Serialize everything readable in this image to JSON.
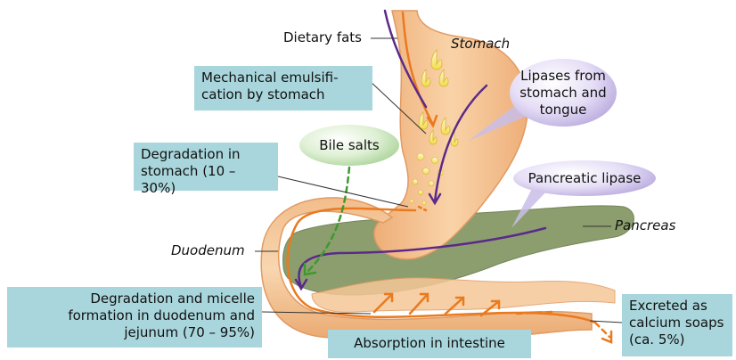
{
  "labels": {
    "dietary_fats": "Dietary fats",
    "stomach": "Stomach",
    "mechanical_emulsification": [
      "Mechanical emulsifi-",
      "cation by stomach"
    ],
    "lipases": [
      "Lipases from",
      "stomach and",
      "tongue"
    ],
    "bile_salts": "Bile salts",
    "degradation_stomach": [
      "Degradation in",
      "stomach (10 – 30%)"
    ],
    "pancreatic_lipase": "Pancreatic lipase",
    "pancreas": "Pancreas",
    "duodenum": "Duodenum",
    "degradation_micelle": [
      "Degradation and micelle",
      "formation in duodenum and",
      "jejunum (70 – 95%)"
    ],
    "absorption": "Absorption in intestine",
    "excreted": [
      "Excreted as",
      "calcium soaps",
      "(ca. 5%)"
    ]
  },
  "colors": {
    "label_box": "#a9d6dc",
    "stomach": "#f6c79a",
    "pancreas": "#8c9e6e",
    "fat_pathway": "#ea7a1e",
    "lipase_pathway": "#5a2a8a",
    "bile_pathway": "#3c9a2e"
  }
}
